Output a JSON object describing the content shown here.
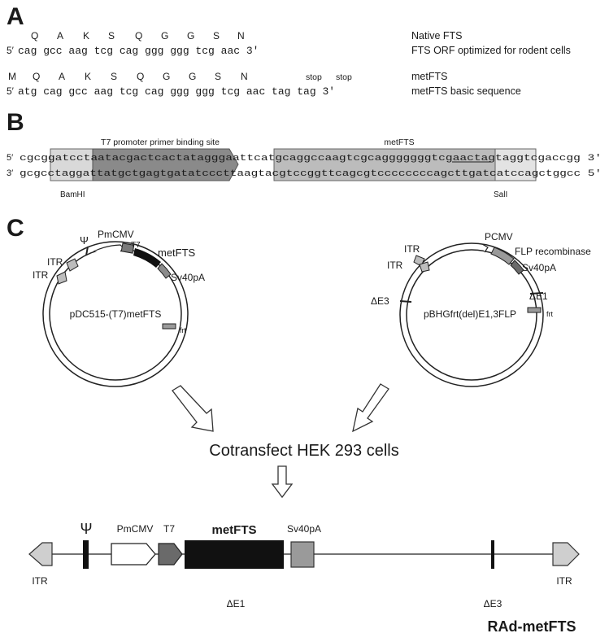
{
  "panels": {
    "a": "A",
    "b": "B",
    "c": "C"
  },
  "section_a": {
    "native_aa": [
      "Q",
      "A",
      "K",
      "S",
      "Q",
      "G",
      "G",
      "S",
      "N"
    ],
    "native_seq_prefix": "5′",
    "native_seq": "cag gcc aag tcg cag ggg ggg tcg aac 3′",
    "native_label": "Native FTS",
    "native_seq_label": "FTS ORF optimized for rodent cells",
    "met_aa": [
      "M",
      "Q",
      "A",
      "K",
      "S",
      "Q",
      "G",
      "G",
      "S",
      "N",
      "stop",
      "stop"
    ],
    "met_seq_prefix": "5′",
    "met_seq": "atg cag gcc aag tcg cag ggg ggg tcg aac tag tag 3′",
    "met_label": "metFTS",
    "met_seq_label": "metFTS basic sequence"
  },
  "section_b": {
    "t7_label": "T7 promoter primer binding site",
    "metfts_label": "metFTS",
    "top_prefix": "5′",
    "top_seq": "cgcggatcctaatacgactcactatagggaattcatgcaggccaagtcgcagggggggtcgaactagtaggtcgaccgg 3′",
    "bottom_prefix": "3′",
    "bottom_seq": "gcgcctaggattatgctgagtgatatcccttaagtacgtccggttcagcgtccccccccagcttgatcatccagctggcc 5′",
    "bamhi": "BamHI",
    "sali": "SalI"
  },
  "plasmid_left": {
    "name": "pDC515-(T7)metFTS",
    "psi": "Ψ",
    "pmcmv": "PmCMV",
    "t7": "T7",
    "metfts": "metFTS",
    "sv40pa": "Sv40pA",
    "itr1": "ITR",
    "itr2": "ITR",
    "frt": "frt"
  },
  "plasmid_right": {
    "name": "pBHGfrt(del)E1,3FLP",
    "pcmv": "PCMV",
    "flp": "FLP recombinase",
    "sv40pa": "Sv40pA",
    "itr1": "ITR",
    "itr2": "ITR",
    "de3": "ΔE3",
    "de1": "ΔE1",
    "frt": "frt"
  },
  "cotransfect": "Cotransfect HEK 293 cells",
  "linear_map": {
    "itr_left": "ITR",
    "psi": "Ψ",
    "pmcmv": "PmCMV",
    "t7": "T7",
    "metfts": "metFTS",
    "sv40pa": "Sv40pA",
    "de1": "ΔE1",
    "de3": "ΔE3",
    "itr_right": "ITR",
    "product": "RAd-metFTS"
  },
  "colors": {
    "dark": "#111111",
    "gray": "#8c8c8c",
    "light": "#d4d4d4",
    "band": "#bdbdbd",
    "dark_band": "#7f7f7f"
  }
}
